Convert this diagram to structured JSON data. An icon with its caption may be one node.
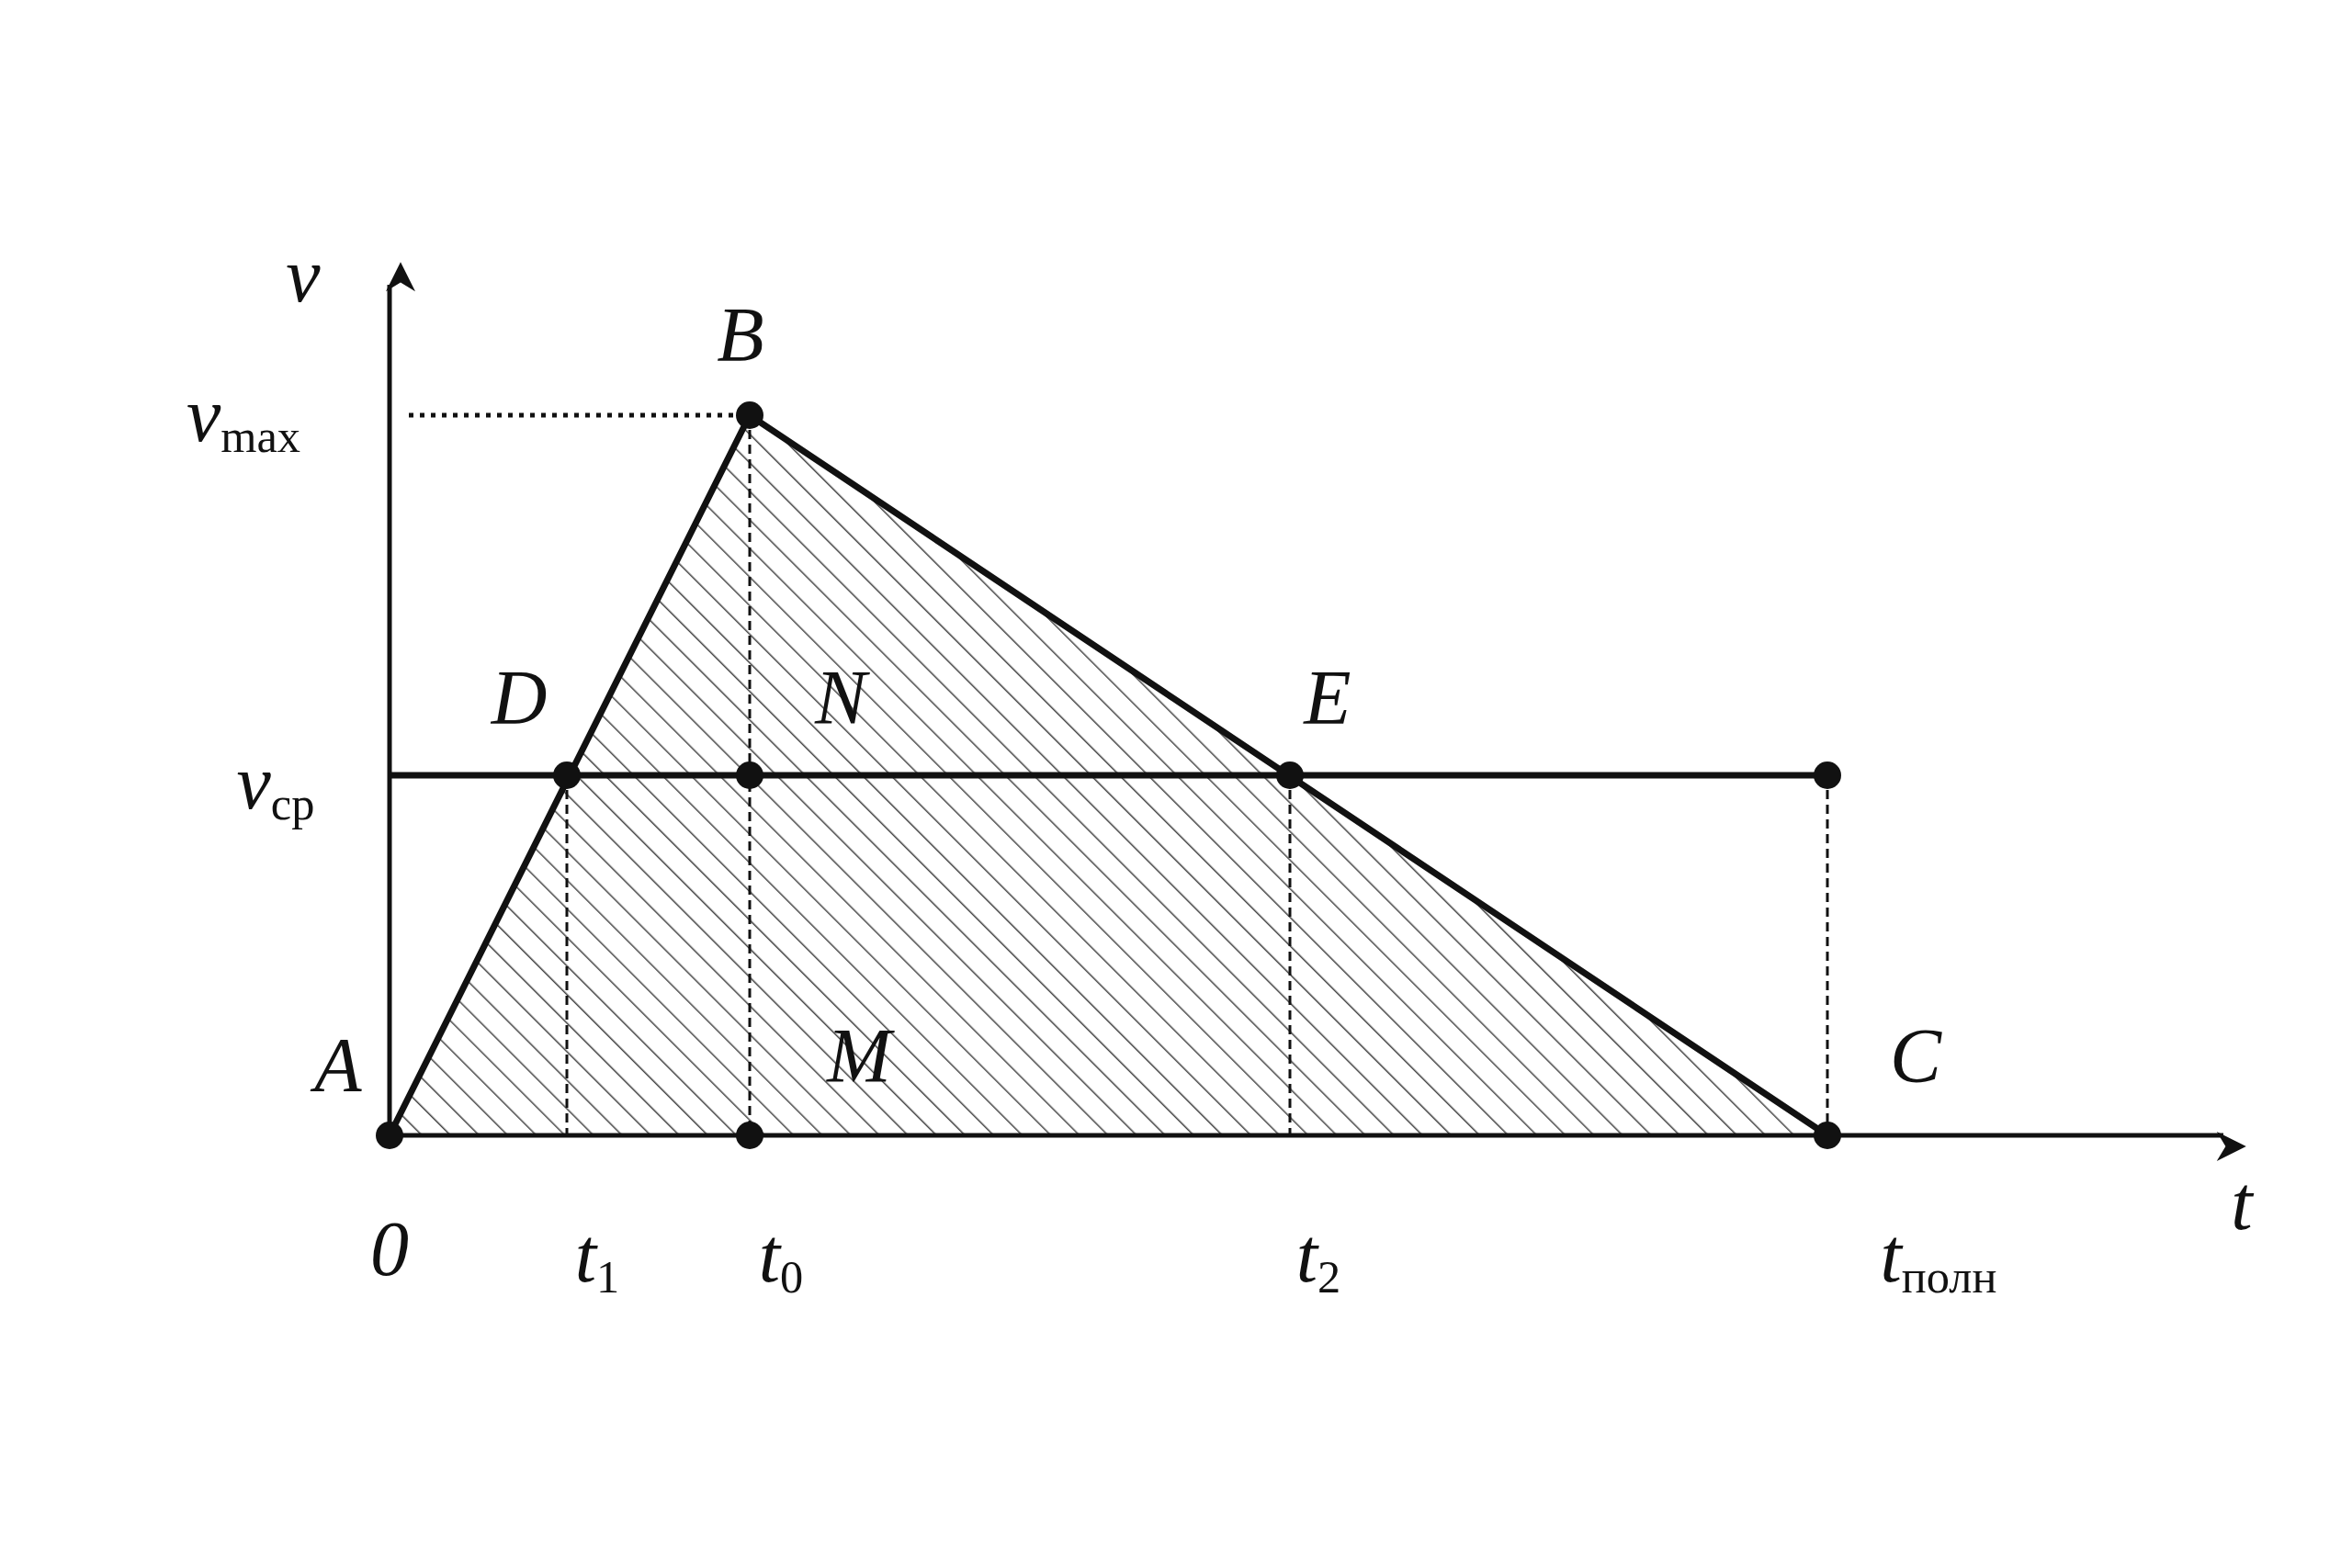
{
  "diagram": {
    "labels": [
      "v",
      "B",
      "v$_{max}$",
      "D",
      "N",
      "E",
      "v$_{ср}$",
      "A",
      "M",
      "C",
      "t",
      "0",
      "t$_{1}$",
      "t$_{0}$",
      "t$_{2}$",
      "t$_{полн}$"
    ]
  }
}
